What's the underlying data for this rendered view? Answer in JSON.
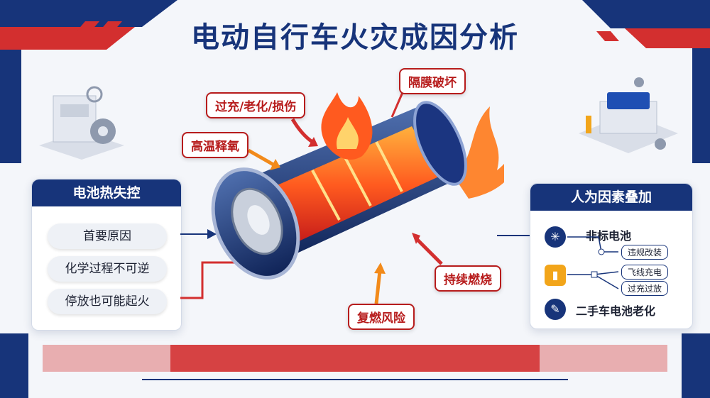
{
  "title": "电动自行车火灾成因分析",
  "left_panel": {
    "heading": "电池热失控",
    "items": [
      "首要原因",
      "化学过程不可逆",
      "停放也可能起火"
    ]
  },
  "right_panel": {
    "heading": "人为因素叠加",
    "groups": [
      {
        "label": "非标电池",
        "icon": "battery-circle-icon",
        "subs": [
          "违规改装"
        ]
      },
      {
        "label": "",
        "icon": "charger-icon",
        "subs": [
          "飞线充电",
          "过充过放"
        ]
      },
      {
        "label": "二手车电池老化",
        "icon": "aged-battery-icon",
        "subs": []
      }
    ]
  },
  "callouts": {
    "overcharge": "过充/老化/损伤",
    "separator": "隔膜破坏",
    "oxygen": "高温释氧",
    "sustained": "持续燃烧",
    "reignite": "复燃风险"
  },
  "colors": {
    "navy": "#17347a",
    "red": "#d32f2f",
    "flame": "#ff7a1a"
  }
}
